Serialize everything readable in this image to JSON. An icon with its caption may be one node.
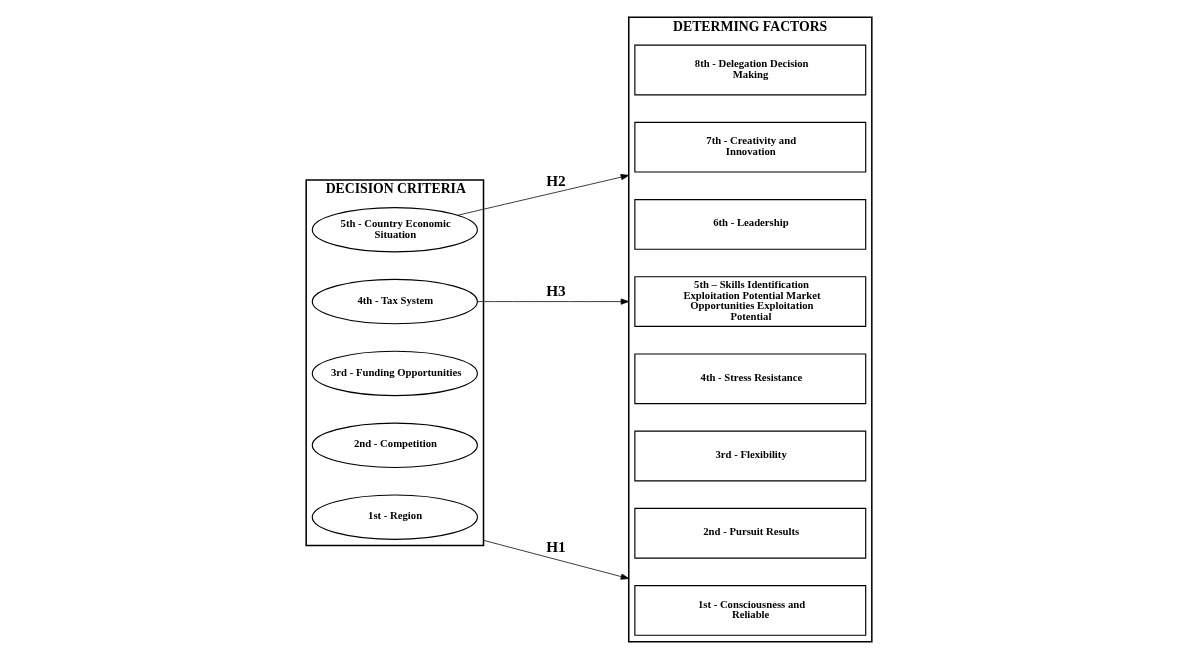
{
  "diagram": {
    "nodes": [
      {
        "text": [
          "DECISION CRITERIA"
        ]
      },
      {
        "text": [
          "1st - Region"
        ],
        "in": 0
      },
      {
        "text": [
          "2nd - Competition"
        ],
        "in": 0
      },
      {
        "text": [
          "3rd - Funding Opportunities"
        ],
        "in": 0
      },
      {
        "text": [
          "4th - Tax System"
        ],
        "in": 0
      },
      {
        "text": [
          "5th - Country Economic Situation"
        ],
        "in": 0
      },
      {
        "text": [
          "DETERMING FACTORS"
        ]
      },
      {
        "text": [
          "1st - Consciousness and Reliable"
        ],
        "in": 6
      },
      {
        "text": [
          "2nd - Pursuit Results"
        ],
        "in": 6
      },
      {
        "text": [
          "3rd - Flexibility"
        ],
        "in": 6
      },
      {
        "text": [
          "4th - Stress Resistance"
        ],
        "in": 6
      },
      {
        "text": [
          "5th – Skills Identification Exploitation Potential Market Opportunities Exploitation Potential"
        ],
        "in": 6
      },
      {
        "text": [
          "6th - Leadership"
        ],
        "in": 6
      },
      {
        "text": [
          "7th - Creativity and Innovation"
        ],
        "in": 6
      },
      {
        "text": [
          "8th - Delegation Decision Making"
        ],
        "in": 6
      }
    ],
    "edges": [
      {
        "from": 0,
        "to": 6,
        "arrow": "to",
        "label": "H1"
      },
      {
        "from": 4,
        "to": 6,
        "arrow": "to",
        "label": "H3"
      },
      {
        "from": 5,
        "to": 6,
        "arrow": "to",
        "label": "H2"
      }
    ]
  }
}
